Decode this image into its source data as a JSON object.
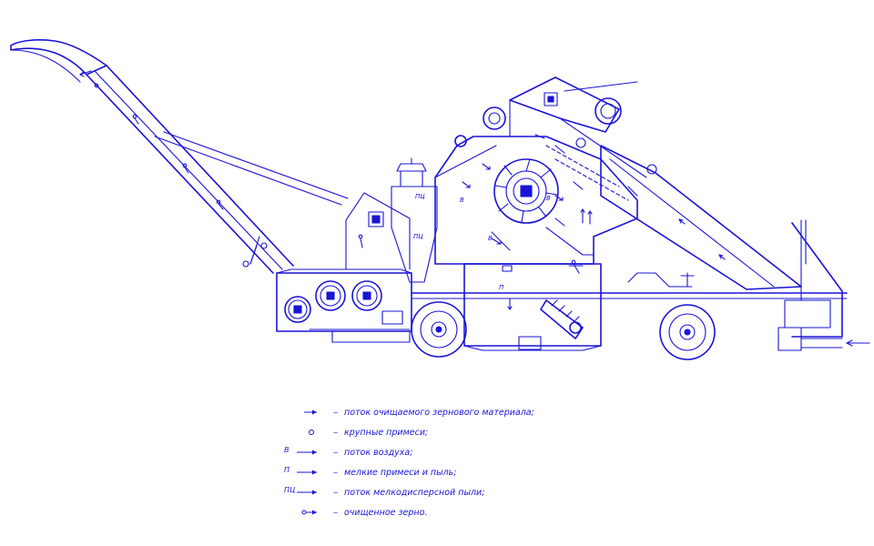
{
  "colors": {
    "ink": "#1a14d6",
    "background": "#ffffff"
  },
  "legend": {
    "items": [
      {
        "symbol": "arrow",
        "code": "",
        "dash": "–",
        "text": "поток очищаемого зернового материала;"
      },
      {
        "symbol": "circle",
        "code": "",
        "dash": "–",
        "text": "крупные примеси;"
      },
      {
        "symbol": "arrow",
        "code": "В",
        "dash": "–",
        "text": "поток воздуха;"
      },
      {
        "symbol": "arrow",
        "code": "П",
        "dash": "–",
        "text": "мелкие примеси и пыль;"
      },
      {
        "symbol": "arrow",
        "code": "ПЦ",
        "dash": "–",
        "text": "поток мелкодисперсной пыли;"
      },
      {
        "symbol": "circle-arrow",
        "code": "",
        "dash": "–",
        "text": "очищенное зерно."
      }
    ]
  },
  "diagram_labels": {
    "air": "В",
    "dust": "П",
    "fine_dust": "ПЦ"
  }
}
